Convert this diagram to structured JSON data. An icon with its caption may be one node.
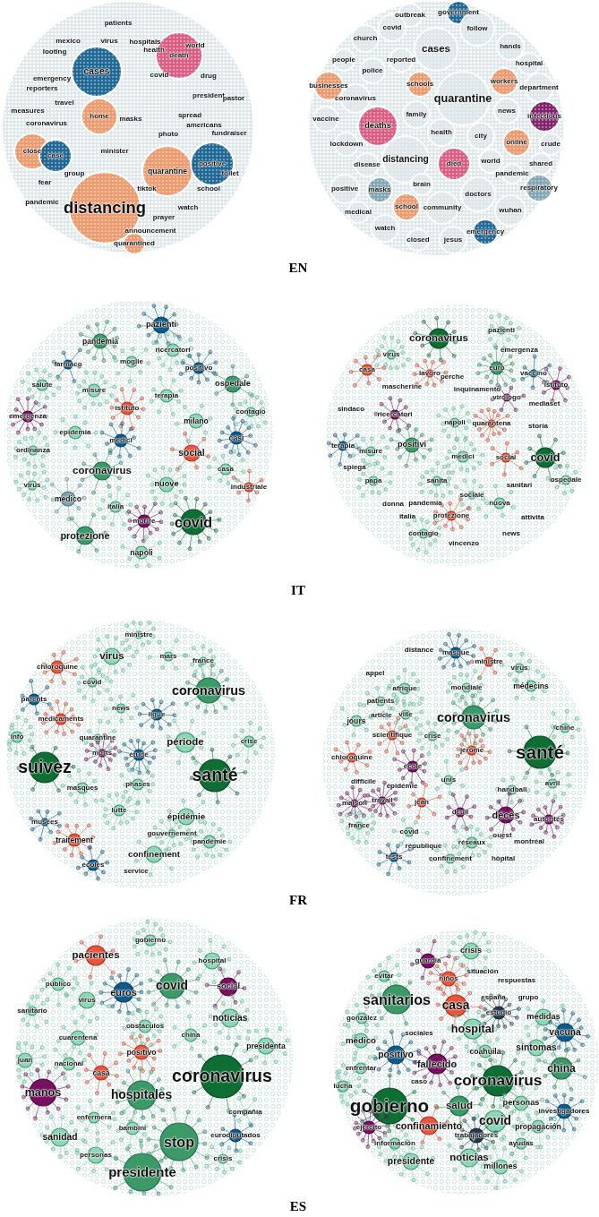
{
  "diagram": {
    "labels": [
      "patients",
      "mexico",
      "virus",
      "looting",
      "hospitals",
      "health",
      "death",
      "world",
      "cases",
      "covid",
      "drug",
      "emergency",
      "reporters",
      "president",
      "pastor",
      "travel",
      "measures",
      "coronavirus",
      "home",
      "masks",
      "spread",
      "americans",
      "photo",
      "fundraiser",
      "close",
      "case",
      "minister",
      "group",
      "quarantine",
      "positive",
      "toilet",
      "fear",
      "tiktok",
      "school",
      "pandemic",
      "distancing",
      "watch",
      "prayer",
      "announcement",
      "quarantined",
      "outbreak",
      "government",
      "covid",
      "follow",
      "church",
      "cases",
      "hands",
      "people",
      "reported",
      "hospital",
      "police",
      "businesses",
      "schools",
      "workers",
      "department",
      "coronavirus",
      "quarantine",
      "vaccine",
      "family",
      "news",
      "infectious",
      "deaths",
      "health",
      "city",
      "lockdown",
      "online",
      "crude",
      "disease",
      "distancing",
      "died",
      "world",
      "shared",
      "pandemic",
      "positive",
      "masks",
      "brain",
      "respiratory",
      "doctors",
      "medical",
      "school",
      "community",
      "wuhan",
      "watch",
      "closed",
      "jesus",
      "emergency",
      "EN",
      "pazienti",
      "pandemia",
      "ricercatori",
      "farmaco",
      "moglie",
      "positivo",
      "salute",
      "misure",
      "ospedale",
      "terapia",
      "istituto",
      "emergenza",
      "contagio",
      "milano",
      "epidemia",
      "medici",
      "casi",
      "ordinanza",
      "social",
      "coronavirus",
      "casa",
      "virus",
      "nuove",
      "industriale",
      "medico",
      "italia",
      "morire",
      "covid",
      "protezione",
      "napoli",
      "coronavirus",
      "pazienti",
      "virus",
      "emergenza",
      "casa",
      "lavoro",
      "perche",
      "euro",
      "vaccino",
      "istituto",
      "mascherine",
      "inquinamento",
      "sindaco",
      "virologo",
      "mediaset",
      "ricercatori",
      "napoli",
      "quarantena",
      "storia",
      "terapia",
      "misure",
      "positivi",
      "medici",
      "social",
      "covid",
      "spiega",
      "papa",
      "sanita",
      "sanitari",
      "ospedale",
      "sociale",
      "donna",
      "pandemia",
      "nuova",
      "italia",
      "protezione",
      "attivita",
      "contagio",
      "news",
      "vincenzo",
      "IT",
      "ministre",
      "virus",
      "mars",
      "chloroquine",
      "france",
      "covid",
      "coronavirus",
      "parents",
      "news",
      "ligue",
      "médicaments",
      "info",
      "quarantine",
      "période",
      "crise",
      "morts",
      "étude",
      "suivez",
      "santé",
      "masques",
      "phases",
      "lutte",
      "épidémie",
      "musées",
      "traitement",
      "gouvernement",
      "pandémie",
      "confinement",
      "écoles",
      "service",
      "masque",
      "distance",
      "ministre",
      "virus",
      "appel",
      "afrique",
      "mondiale",
      "médecins",
      "patients",
      "article",
      "ville",
      "coronavirus",
      "jours",
      "chine",
      "scientifique",
      "crise",
      "jérôme",
      "santé",
      "chloroquine",
      "école",
      "difficile",
      "épidémie",
      "unis",
      "handball",
      "avril",
      "maison",
      "travail",
      "jean",
      "deuil",
      "décès",
      "autorités",
      "france",
      "covid",
      "ouest",
      "montréal",
      "république",
      "réseaux",
      "hôpital",
      "tests",
      "confinement",
      "FR",
      "gobierno",
      "pacientes",
      "hospital",
      "público",
      "covid",
      "euros",
      "social",
      "virus",
      "sanitario",
      "noticias",
      "obstáculos",
      "china",
      "cuarentena",
      "presidenta",
      "positivo",
      "juan",
      "nacional",
      "casa",
      "coronavirus",
      "manos",
      "hospitales",
      "compañía",
      "enfermera",
      "bambini",
      "sanidad",
      "stop",
      "eurodiputados",
      "personas",
      "crisis",
      "presidente",
      "crisis",
      "guardia",
      "situación",
      "evitar",
      "niños",
      "respuestas",
      "sanitarios",
      "casa",
      "españa",
      "grupo",
      "estudio",
      "medidas",
      "gonzález",
      "hospital",
      "sociales",
      "vacuna",
      "médico",
      "coahuila",
      "síntomas",
      "positivo",
      "fallecido",
      "enfrentar",
      "china",
      "caso",
      "coronavirus",
      "lucha",
      "gobierno",
      "salud",
      "personas",
      "investigadores",
      "ejército",
      "confinamiento",
      "covid",
      "propagación",
      "trabajadores",
      "información",
      "ayudas",
      "presidente",
      "noticias",
      "millones",
      "ES"
    ]
  }
}
